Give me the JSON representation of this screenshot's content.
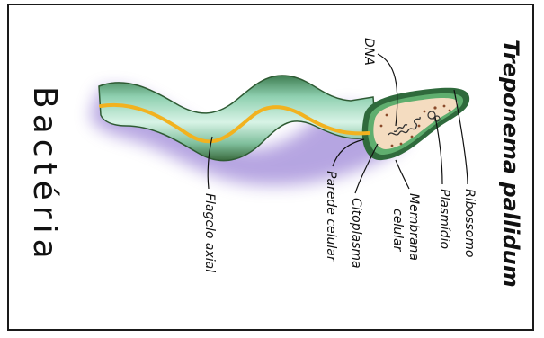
{
  "title": "Bactéria",
  "species": "Treponema pallidum",
  "labels": {
    "dna": "DNA",
    "ribossomo": "Ribossomo",
    "plasmidio": "Plasmídio",
    "membrana_line1": "Membrana",
    "membrana_line2": "celular",
    "citoplasma": "Citoplasma",
    "parede": "Parede celular",
    "flagelo": "Flagelo axial"
  },
  "colors": {
    "body_light": "#cfeede",
    "body_mid": "#8fd0b0",
    "body_dark": "#3f7e52",
    "flagellum": "#f2b21f",
    "cytoplasm": "#f4dcc0",
    "shadow": "#7a5bc9"
  }
}
